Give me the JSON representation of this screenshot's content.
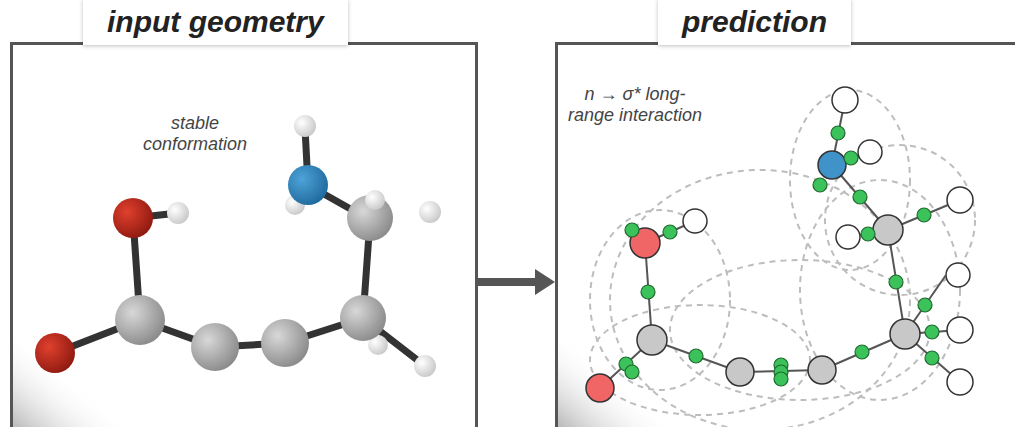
{
  "diagram": {
    "nodes": [
      {
        "text": [
          "input geometry"
        ]
      },
      {
        "text": [
          "prediction"
        ]
      }
    ],
    "edges": [
      {
        "from": 0,
        "to": 1,
        "arrow": "to"
      }
    ],
    "labels": [
      "stable conformation",
      "n → σ* long-range interaction"
    ]
  }
}
